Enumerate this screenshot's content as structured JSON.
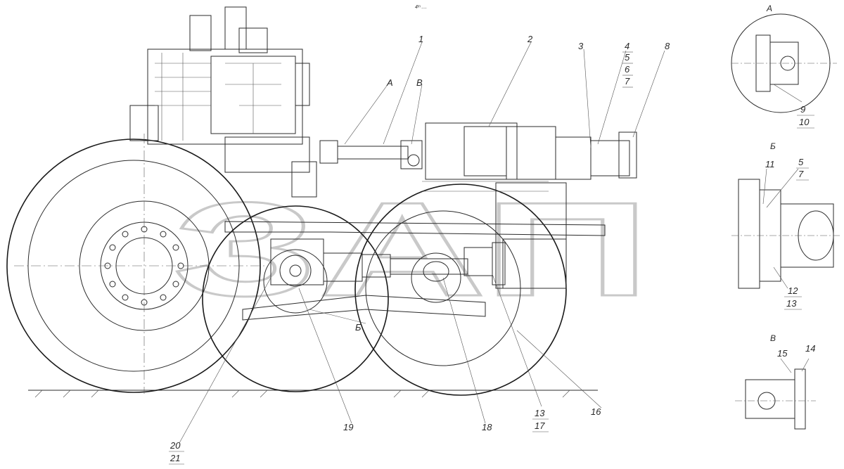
{
  "drawing": {
    "view_labels": {
      "a": "А",
      "b": "Б",
      "v": "В"
    },
    "callouts": [
      "1",
      "2",
      "3",
      "4",
      "5",
      "6",
      "7",
      "8",
      "9",
      "10",
      "11",
      "12",
      "13",
      "14",
      "15",
      "16",
      "17",
      "18",
      "19",
      "20",
      "21"
    ],
    "top_mark": "4ᵐ ....",
    "watermark": "ЗАП"
  }
}
